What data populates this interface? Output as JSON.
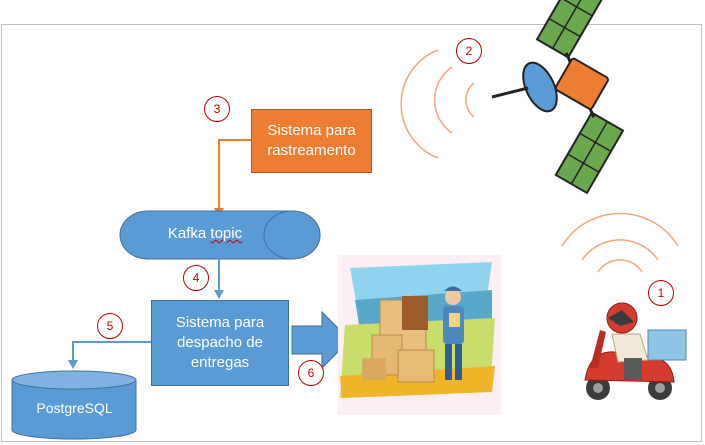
{
  "diagram": {
    "steps": [
      "1",
      "2",
      "3",
      "4",
      "5",
      "6"
    ],
    "tracking_system": {
      "label": "Sistema para\nrastreamento"
    },
    "kafka": {
      "label_prefix": "Kafka ",
      "label_word": "topic"
    },
    "dispatch_system": {
      "label": "Sistema para\ndespacho de\nentregas"
    },
    "database": {
      "label": "PostgreSQL"
    },
    "colors": {
      "orange": "#ed7d31",
      "blue": "#5b9bd5",
      "marker": "#c00000",
      "signal": "#f4a67a"
    },
    "icons": {
      "satellite": "satellite-icon",
      "scooter": "delivery-scooter-icon",
      "courier": "courier-illustration",
      "arrow": "block-arrow-icon"
    }
  }
}
